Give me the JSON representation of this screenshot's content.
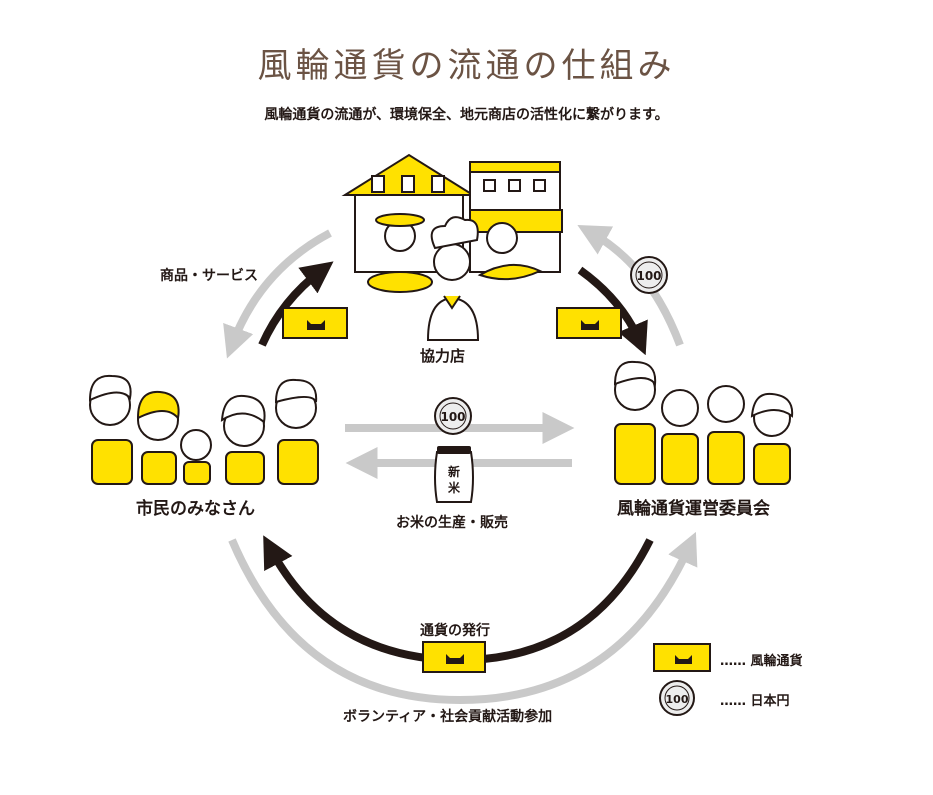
{
  "title": "風輪通貨の流通の仕組み",
  "subtitle": "風輪通貨の流通が、環境保全、地元商店の活性化に繋がります。",
  "nodes": {
    "shops": "協力店",
    "citizens": "市民のみなさん",
    "committee": "風輪通貨運営委員会"
  },
  "flows": {
    "goods_services": "商品・サービス",
    "rice": "お米の生産・販売",
    "issuance": "通貨の発行",
    "volunteer": "ボランティア・社会貢献活動参加"
  },
  "coin_value": "100",
  "rice_bag_text": "新米",
  "legend": {
    "currency": "…… 風輪通貨",
    "yen": "…… 日本円"
  },
  "colors": {
    "yellow": "#FFE100",
    "dark_arrow": "#231815",
    "gray_arrow": "#C9C9C9",
    "title_brown": "#6B5344"
  }
}
